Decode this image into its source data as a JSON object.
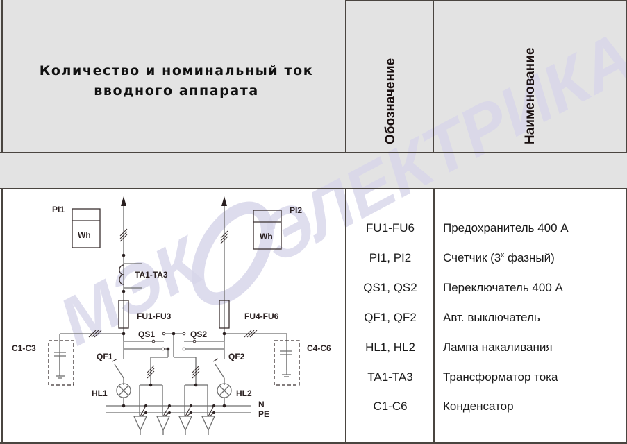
{
  "header": {
    "title_line1": "Количество и номинальный ток",
    "title_line2": "вводного аппарата",
    "col_designation": "Обозначение",
    "col_name": "Наименование"
  },
  "watermark": {
    "text": "МЭК ЭЛЕКТРИКА",
    "color": "#d8d6ea"
  },
  "legend": {
    "rows": [
      {
        "code": "FU1-FU6",
        "name": "Предохранитель 400 А"
      },
      {
        "code": "PI1, PI2",
        "name_pre": "Счетчик (3",
        "name_sup": "х",
        "name_post": " фазный)"
      },
      {
        "code": "QS1, QS2",
        "name": "Переключатель 400 А"
      },
      {
        "code": "QF1, QF2",
        "name": "Авт. выключатель"
      },
      {
        "code": "HL1, HL2",
        "name": "Лампа накаливания"
      },
      {
        "code": "TA1-TA3",
        "name": "Трансформатор тока"
      },
      {
        "code": "C1-C6",
        "name": "Конденсатор"
      }
    ]
  },
  "diagram": {
    "labels": {
      "pi1": "PI1",
      "pi2": "PI2",
      "wh": "Wh",
      "ta": "TA1-TA3",
      "fu1": "FU1-FU3",
      "fu2": "FU4-FU6",
      "qs1": "QS1",
      "qs2": "QS2",
      "qf1": "QF1",
      "qf2": "QF2",
      "c1": "C1-C3",
      "c2": "C4-C6",
      "hl1": "HL1",
      "hl2": "HL2",
      "n": "N",
      "pe": "PE"
    },
    "colors": {
      "line": "#6e6e6e",
      "dark": "#2a2020"
    }
  }
}
